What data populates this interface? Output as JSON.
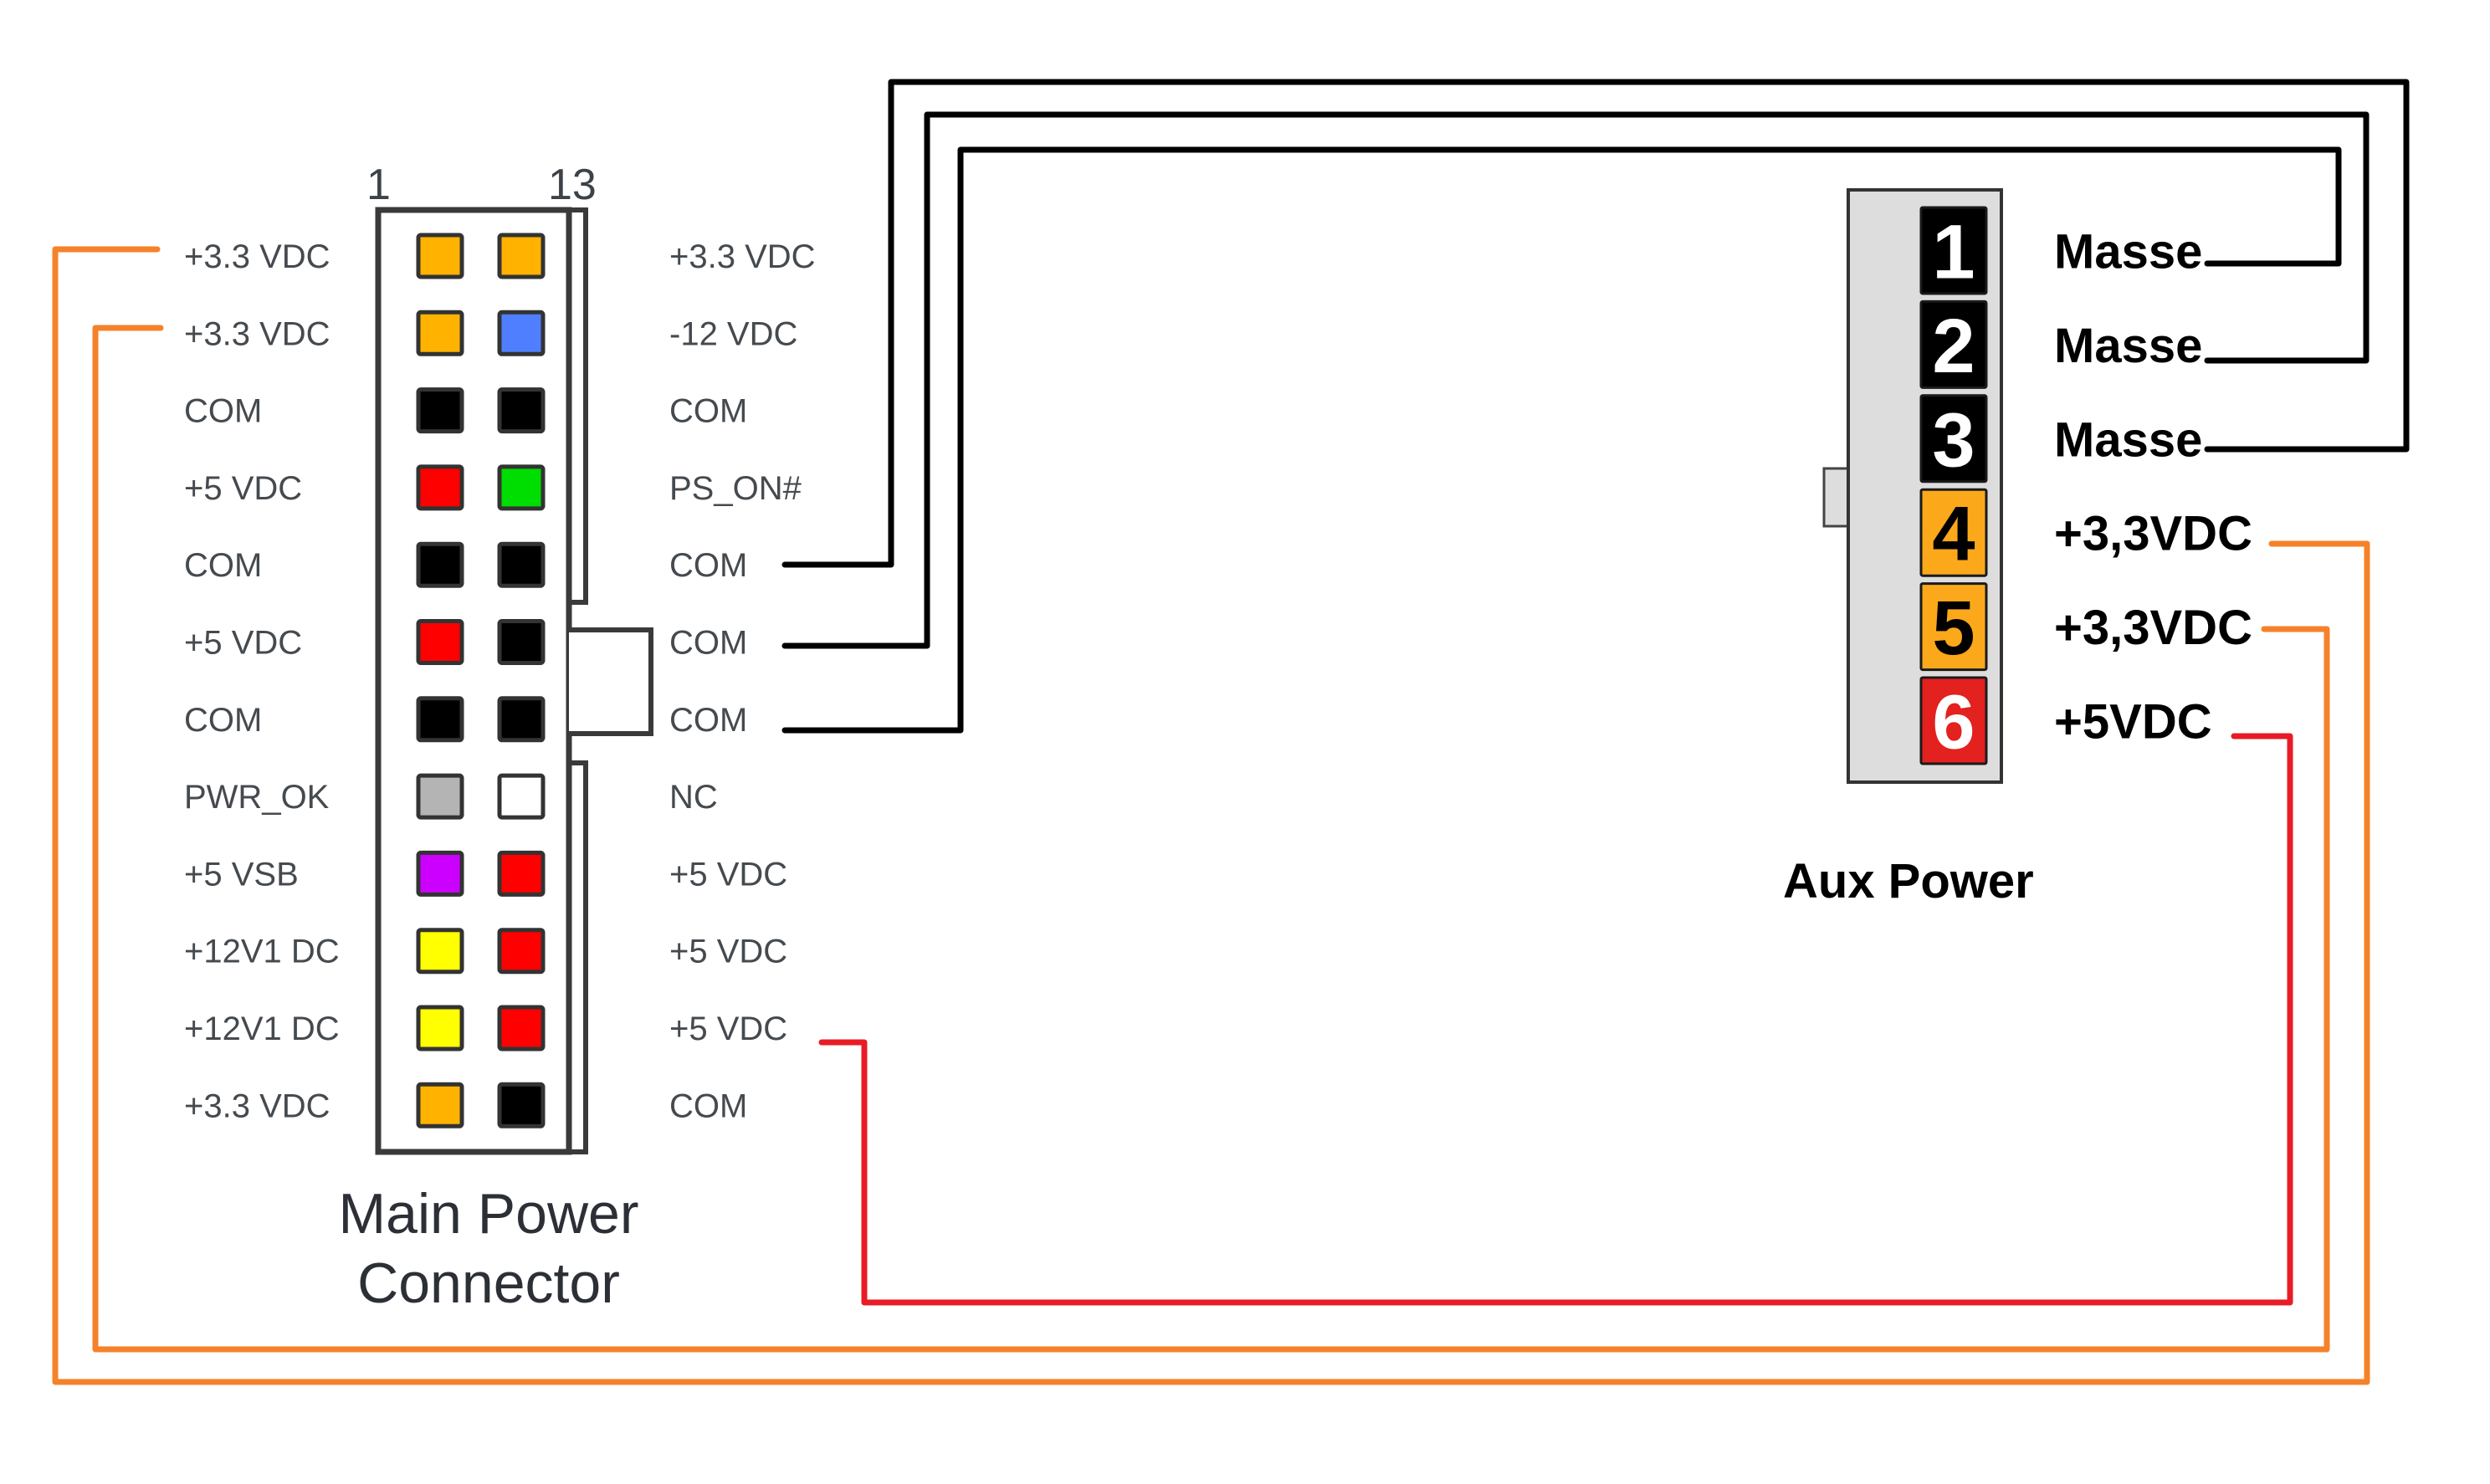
{
  "main_connector": {
    "title_line1": "Main Power",
    "title_line2": "Connector",
    "pin_label_first": "1",
    "pin_label_last": "13",
    "rows": [
      {
        "left_label": "+3.3 VDC",
        "left_color": "#FFB300",
        "right_color": "#FFB300",
        "right_label": "+3.3 VDC"
      },
      {
        "left_label": "+3.3 VDC",
        "left_color": "#FFB300",
        "right_color": "#4F7FFF",
        "right_label": "-12 VDC"
      },
      {
        "left_label": "COM",
        "left_color": "#000000",
        "right_color": "#000000",
        "right_label": "COM"
      },
      {
        "left_label": "+5 VDC",
        "left_color": "#FF0000",
        "right_color": "#00DD00",
        "right_label": "PS_ON#"
      },
      {
        "left_label": "COM",
        "left_color": "#000000",
        "right_color": "#000000",
        "right_label": "COM"
      },
      {
        "left_label": "+5 VDC",
        "left_color": "#FF0000",
        "right_color": "#000000",
        "right_label": "COM"
      },
      {
        "left_label": "COM",
        "left_color": "#000000",
        "right_color": "#000000",
        "right_label": "COM"
      },
      {
        "left_label": "PWR_OK",
        "left_color": "#B4B4B4",
        "right_color": "#FFFFFF",
        "right_label": "NC"
      },
      {
        "left_label": "+5 VSB",
        "left_color": "#CC00FF",
        "right_color": "#FF0000",
        "right_label": "+5 VDC"
      },
      {
        "left_label": "+12V1 DC",
        "left_color": "#FFFF00",
        "right_color": "#FF0000",
        "right_label": "+5 VDC"
      },
      {
        "left_label": "+12V1 DC",
        "left_color": "#FFFF00",
        "right_color": "#FF0000",
        "right_label": "+5 VDC"
      },
      {
        "left_label": "+3.3 VDC",
        "left_color": "#FFB300",
        "right_color": "#000000",
        "right_label": "COM"
      }
    ]
  },
  "aux_connector": {
    "title": "Aux Power",
    "pins": [
      {
        "number": "1",
        "label": "Masse",
        "fill": "#000000",
        "number_color": "#FFFFFF"
      },
      {
        "number": "2",
        "label": "Masse",
        "fill": "#000000",
        "number_color": "#FFFFFF"
      },
      {
        "number": "3",
        "label": "Masse",
        "fill": "#000000",
        "number_color": "#FFFFFF"
      },
      {
        "number": "4",
        "label": "+3,3VDC",
        "fill": "#FBA81A",
        "number_color": "#000000"
      },
      {
        "number": "5",
        "label": "+3,3VDC",
        "fill": "#FBA81A",
        "number_color": "#000000"
      },
      {
        "number": "6",
        "label": "+5VDC",
        "fill": "#E3211F",
        "number_color": "#FFFFFF"
      }
    ]
  },
  "wires": [
    {
      "from": "main.right.row5 COM",
      "to": "aux.pin3 Masse",
      "color": "#000000"
    },
    {
      "from": "main.right.row6 COM",
      "to": "aux.pin2 Masse",
      "color": "#000000"
    },
    {
      "from": "main.right.row7 COM",
      "to": "aux.pin1 Masse",
      "color": "#000000"
    },
    {
      "from": "main.left.row1 +3.3 VDC",
      "to": "aux.pin4 +3,3VDC",
      "color": "#F5822A"
    },
    {
      "from": "main.left.row2 +3.3 VDC",
      "to": "aux.pin5 +3,3VDC",
      "color": "#F5822A"
    },
    {
      "from": "main.right.row11 +5 VDC",
      "to": "aux.pin6 +5VDC",
      "color": "#E81C24"
    }
  ]
}
